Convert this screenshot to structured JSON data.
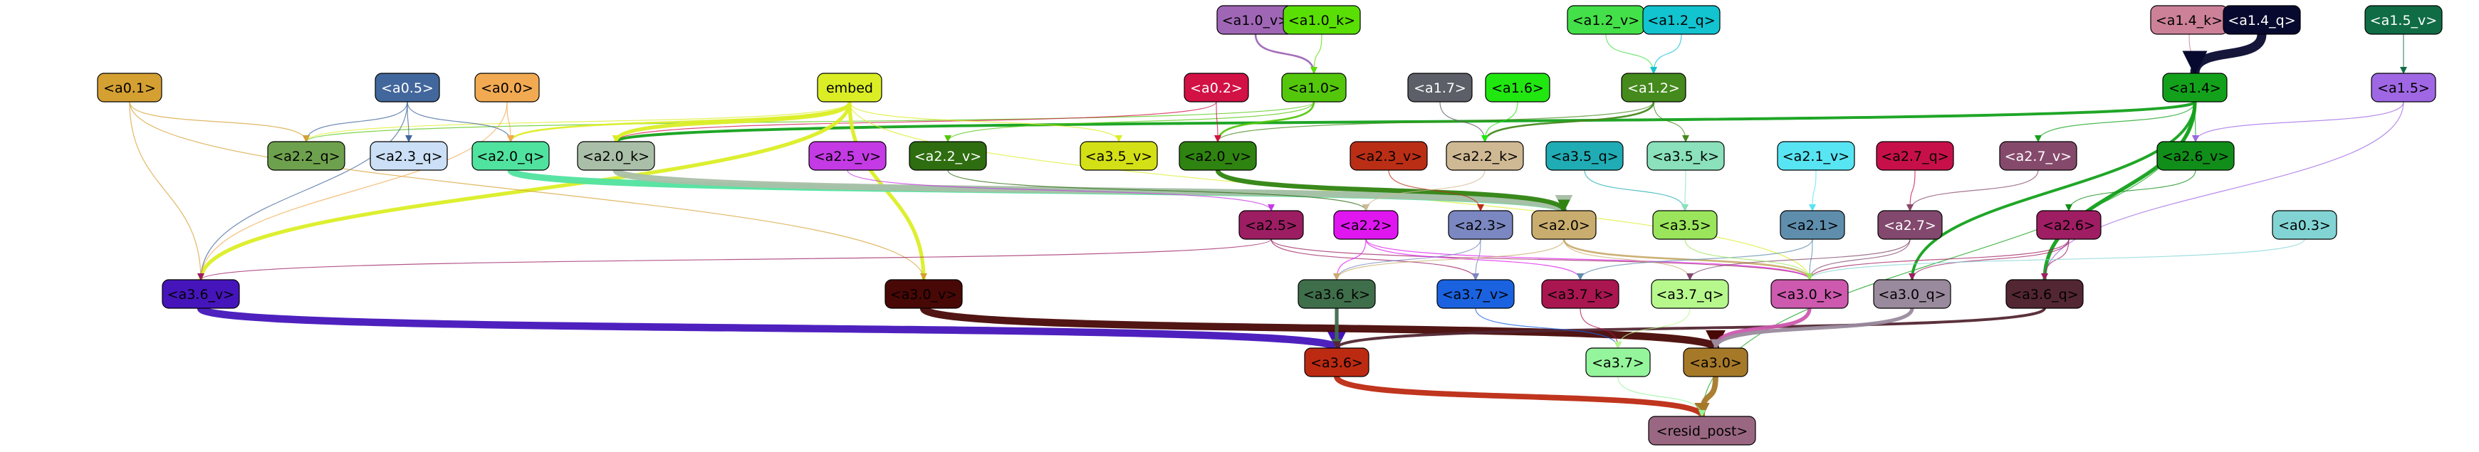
{
  "diagram": {
    "type": "directed-graph",
    "nodes": [
      {
        "id": "a1.0_v",
        "label": "<a1.0_v>",
        "fill": "#a066b6",
        "text": "#000000"
      },
      {
        "id": "a1.0_k",
        "label": "<a1.0_k>",
        "fill": "#5adf05",
        "text": "#000000"
      },
      {
        "id": "a1.2_v",
        "label": "<a1.2_v>",
        "fill": "#44e049",
        "text": "#000000"
      },
      {
        "id": "a1.2_q",
        "label": "<a1.2_q>",
        "fill": "#12c3d0",
        "text": "#000000"
      },
      {
        "id": "a1.4_k",
        "label": "<a1.4_k>",
        "fill": "#cc8199",
        "text": "#000000"
      },
      {
        "id": "a1.4_q",
        "label": "<a1.4_q>",
        "fill": "#08092f",
        "text": "#ffffff"
      },
      {
        "id": "a1.5_v",
        "label": "<a1.5_v>",
        "fill": "#0f6c45",
        "text": "#ffffff"
      },
      {
        "id": "a0.1",
        "label": "<a0.1>",
        "fill": "#d5a032",
        "text": "#000000"
      },
      {
        "id": "a0.5",
        "label": "<a0.5>",
        "fill": "#42679c",
        "text": "#ffffff"
      },
      {
        "id": "a0.0",
        "label": "<a0.0>",
        "fill": "#f2aa52",
        "text": "#000000"
      },
      {
        "id": "embed",
        "label": "embed",
        "fill": "#dbee25",
        "text": "#000000"
      },
      {
        "id": "a0.2",
        "label": "<a0.2>",
        "fill": "#d21145",
        "text": "#ffffff"
      },
      {
        "id": "a1.0",
        "label": "<a1.0>",
        "fill": "#54c70d",
        "text": "#000000"
      },
      {
        "id": "a1.7",
        "label": "<a1.7>",
        "fill": "#5c5f67",
        "text": "#ffffff"
      },
      {
        "id": "a1.6",
        "label": "<a1.6>",
        "fill": "#21e711",
        "text": "#000000"
      },
      {
        "id": "a1.2",
        "label": "<a1.2>",
        "fill": "#448a1c",
        "text": "#ffffff"
      },
      {
        "id": "a1.4",
        "label": "<a1.4>",
        "fill": "#13a11b",
        "text": "#000000"
      },
      {
        "id": "a1.5",
        "label": "<a1.5>",
        "fill": "#9f67e4",
        "text": "#000000"
      },
      {
        "id": "a2.2_q",
        "label": "<a2.2_q>",
        "fill": "#6ea14d",
        "text": "#000000"
      },
      {
        "id": "a2.3_q",
        "label": "<a2.3_q>",
        "fill": "#cbdff6",
        "text": "#000000"
      },
      {
        "id": "a2.0_q",
        "label": "<a2.0_q>",
        "fill": "#50e39f",
        "text": "#000000"
      },
      {
        "id": "a2.0_k",
        "label": "<a2.0_k>",
        "fill": "#aabfa8",
        "text": "#000000"
      },
      {
        "id": "a2.5_v",
        "label": "<a2.5_v>",
        "fill": "#c43ae4",
        "text": "#000000"
      },
      {
        "id": "a2.2_v",
        "label": "<a2.2_v>",
        "fill": "#2e6d10",
        "text": "#ffffff"
      },
      {
        "id": "a3.5_v",
        "label": "<a3.5_v>",
        "fill": "#d4e016",
        "text": "#000000"
      },
      {
        "id": "a2.0_v",
        "label": "<a2.0_v>",
        "fill": "#2f8310",
        "text": "#000000"
      },
      {
        "id": "a2.3_v",
        "label": "<a2.3_v>",
        "fill": "#bb2e16",
        "text": "#000000"
      },
      {
        "id": "a2.2_k",
        "label": "<a2.2_k>",
        "fill": "#cfb994",
        "text": "#000000"
      },
      {
        "id": "a3.5_q",
        "label": "<a3.5_q>",
        "fill": "#20acb4",
        "text": "#000000"
      },
      {
        "id": "a3.5_k",
        "label": "<a3.5_k>",
        "fill": "#8ae1bb",
        "text": "#000000"
      },
      {
        "id": "a2.1_v",
        "label": "<a2.1_v>",
        "fill": "#58e5f3",
        "text": "#000000"
      },
      {
        "id": "a2.7_q",
        "label": "<a2.7_q>",
        "fill": "#c71049",
        "text": "#000000"
      },
      {
        "id": "a2.7_v",
        "label": "<a2.7_v>",
        "fill": "#854a6b",
        "text": "#ffffff"
      },
      {
        "id": "a2.6_v",
        "label": "<a2.6_v>",
        "fill": "#118e19",
        "text": "#000000"
      },
      {
        "id": "a2.5",
        "label": "<a2.5>",
        "fill": "#9c1d62",
        "text": "#000000"
      },
      {
        "id": "a2.2",
        "label": "<a2.2>",
        "fill": "#df16f0",
        "text": "#000000"
      },
      {
        "id": "a2.3",
        "label": "<a2.3>",
        "fill": "#7b87c0",
        "text": "#000000"
      },
      {
        "id": "a2.0",
        "label": "<a2.0>",
        "fill": "#c9ad6e",
        "text": "#000000"
      },
      {
        "id": "a3.5",
        "label": "<a3.5>",
        "fill": "#9ae55b",
        "text": "#000000"
      },
      {
        "id": "a2.1",
        "label": "<a2.1>",
        "fill": "#5f8ead",
        "text": "#000000"
      },
      {
        "id": "a2.7",
        "label": "<a2.7>",
        "fill": "#82486d",
        "text": "#ffffff"
      },
      {
        "id": "a2.6",
        "label": "<a2.6>",
        "fill": "#9f1d62",
        "text": "#000000"
      },
      {
        "id": "a0.3",
        "label": "<a0.3>",
        "fill": "#82d4d4",
        "text": "#000000"
      },
      {
        "id": "a3.6_v",
        "label": "<a3.6_v>",
        "fill": "#4515bb",
        "text": "#000000"
      },
      {
        "id": "a3.0_v",
        "label": "<a3.0_v>",
        "fill": "#480806",
        "text": "#000000"
      },
      {
        "id": "a3.6_k",
        "label": "<a3.6_k>",
        "fill": "#3f6e4b",
        "text": "#000000"
      },
      {
        "id": "a3.7_v",
        "label": "<a3.7_v>",
        "fill": "#1a62e0",
        "text": "#000000"
      },
      {
        "id": "a3.7_k",
        "label": "<a3.7_k>",
        "fill": "#a91650",
        "text": "#000000"
      },
      {
        "id": "a3.7_q",
        "label": "<a3.7_q>",
        "fill": "#b7f88c",
        "text": "#000000"
      },
      {
        "id": "a3.0_k",
        "label": "<a3.0_k>",
        "fill": "#cd5aae",
        "text": "#000000"
      },
      {
        "id": "a3.0_q",
        "label": "<a3.0_q>",
        "fill": "#9a8a9d",
        "text": "#000000"
      },
      {
        "id": "a3.6_q",
        "label": "<a3.6_q>",
        "fill": "#522632",
        "text": "#000000"
      },
      {
        "id": "a3.6",
        "label": "<a3.6>",
        "fill": "#bd2a12",
        "text": "#000000"
      },
      {
        "id": "a3.0",
        "label": "<a3.0>",
        "fill": "#a67929",
        "text": "#000000"
      },
      {
        "id": "a3.7",
        "label": "<a3.7>",
        "fill": "#95f59c",
        "text": "#000000"
      },
      {
        "id": "resid_post",
        "label": "<resid_post>",
        "fill": "#9a6782",
        "text": "#000000"
      }
    ],
    "edges": [
      {
        "from": "a1.0_v",
        "to": "a1.0",
        "color": "#a066b6",
        "weight": 2
      },
      {
        "from": "a1.0_k",
        "to": "a1.0",
        "color": "#5adf05",
        "weight": 1
      },
      {
        "from": "a1.2_v",
        "to": "a1.2",
        "color": "#44e049",
        "weight": 1
      },
      {
        "from": "a1.2_q",
        "to": "a1.2",
        "color": "#12c3d0",
        "weight": 1
      },
      {
        "from": "a1.4_k",
        "to": "a1.4",
        "color": "#cc8199",
        "weight": 1
      },
      {
        "from": "a1.4_q",
        "to": "a1.4",
        "color": "#08092f",
        "weight": 10
      },
      {
        "from": "a1.5_v",
        "to": "a1.5",
        "color": "#0f6c45",
        "weight": 1
      },
      {
        "from": "a1.4",
        "to": "a2.0_k",
        "color": "#13a11b",
        "weight": 3
      },
      {
        "from": "a1.4",
        "to": "a2.7_v",
        "color": "#13a11b",
        "weight": 1
      },
      {
        "from": "a1.4",
        "to": "a2.6_v",
        "color": "#13a11b",
        "weight": 1
      },
      {
        "from": "a1.4",
        "to": "a3.0_q",
        "color": "#13a11b",
        "weight": 3
      },
      {
        "from": "a1.4",
        "to": "a3.6_q",
        "color": "#13a11b",
        "weight": 4
      },
      {
        "from": "a1.4",
        "to": "resid_post",
        "color": "#13a11b",
        "weight": 1
      },
      {
        "from": "a1.2",
        "to": "a2.2_k",
        "color": "#448a1c",
        "weight": 2
      },
      {
        "from": "a1.2",
        "to": "a3.5_k",
        "color": "#448a1c",
        "weight": 1
      },
      {
        "from": "a1.2",
        "to": "a2.0_v",
        "color": "#448a1c",
        "weight": 1
      },
      {
        "from": "a1.0",
        "to": "a2.0_v",
        "color": "#54c70d",
        "weight": 2
      },
      {
        "from": "a1.0",
        "to": "a2.2_q",
        "color": "#54c70d",
        "weight": 1
      },
      {
        "from": "a1.0",
        "to": "a2.2_v",
        "color": "#54c70d",
        "weight": 1
      },
      {
        "from": "a0.2",
        "to": "a2.0_v",
        "color": "#d21145",
        "weight": 1
      },
      {
        "from": "a0.2",
        "to": "a2.0_k",
        "color": "#d21145",
        "weight": 1
      },
      {
        "from": "a1.7",
        "to": "a2.2_k",
        "color": "#5c5f67",
        "weight": 1
      },
      {
        "from": "a1.6",
        "to": "a2.2_k",
        "color": "#21e711",
        "weight": 1
      },
      {
        "from": "a1.5",
        "to": "a2.6_v",
        "color": "#9f67e4",
        "weight": 1
      },
      {
        "from": "a1.5",
        "to": "a3.6_q",
        "color": "#9f67e4",
        "weight": 1
      },
      {
        "from": "embed",
        "to": "a2.0_k",
        "color": "#dbee25",
        "weight": 4
      },
      {
        "from": "embed",
        "to": "a3.6_v",
        "color": "#dbee25",
        "weight": 4
      },
      {
        "from": "embed",
        "to": "a3.0_v",
        "color": "#dbee25",
        "weight": 4
      },
      {
        "from": "embed",
        "to": "a2.0_q",
        "color": "#dbee25",
        "weight": 2
      },
      {
        "from": "embed",
        "to": "a2.2_q",
        "color": "#dbee25",
        "weight": 1
      },
      {
        "from": "embed",
        "to": "a3.5_v",
        "color": "#dbee25",
        "weight": 1
      },
      {
        "from": "embed",
        "to": "a3.0_k",
        "color": "#dbee25",
        "weight": 1
      },
      {
        "from": "a0.5",
        "to": "a2.2_q",
        "color": "#42679c",
        "weight": 1
      },
      {
        "from": "a0.5",
        "to": "a2.3_q",
        "color": "#42679c",
        "weight": 1
      },
      {
        "from": "a0.5",
        "to": "a2.0_q",
        "color": "#42679c",
        "weight": 1
      },
      {
        "from": "a0.5",
        "to": "a3.6_v",
        "color": "#42679c",
        "weight": 1
      },
      {
        "from": "a0.1",
        "to": "a2.2_q",
        "color": "#d5a032",
        "weight": 1
      },
      {
        "from": "a0.1",
        "to": "a3.6_v",
        "color": "#d5a032",
        "weight": 1
      },
      {
        "from": "a0.1",
        "to": "a3.0_v",
        "color": "#d5a032",
        "weight": 1
      },
      {
        "from": "a0.0",
        "to": "a2.0_q",
        "color": "#f2aa52",
        "weight": 1
      },
      {
        "from": "a0.0",
        "to": "a3.6_v",
        "color": "#f2aa52",
        "weight": 1
      },
      {
        "from": "a2.0_q",
        "to": "a2.0",
        "color": "#50e39f",
        "weight": 7
      },
      {
        "from": "a2.0_k",
        "to": "a2.0",
        "color": "#aabfa8",
        "weight": 7
      },
      {
        "from": "a2.0_v",
        "to": "a2.0",
        "color": "#2f8310",
        "weight": 5
      },
      {
        "from": "a2.2_v",
        "to": "a2.2",
        "color": "#2e6d10",
        "weight": 1
      },
      {
        "from": "a2.5_v",
        "to": "a2.5",
        "color": "#c43ae4",
        "weight": 1
      },
      {
        "from": "a2.3_v",
        "to": "a2.3",
        "color": "#bb2e16",
        "weight": 1
      },
      {
        "from": "a2.2_k",
        "to": "a2.2",
        "color": "#cfb994",
        "weight": 1
      },
      {
        "from": "a3.5_q",
        "to": "a3.5",
        "color": "#20acb4",
        "weight": 1
      },
      {
        "from": "a3.5_k",
        "to": "a3.5",
        "color": "#8ae1bb",
        "weight": 1
      },
      {
        "from": "a2.1_v",
        "to": "a2.1",
        "color": "#58e5f3",
        "weight": 1
      },
      {
        "from": "a2.7_q",
        "to": "a2.7",
        "color": "#c71049",
        "weight": 1
      },
      {
        "from": "a2.7_v",
        "to": "a2.7",
        "color": "#854a6b",
        "weight": 1
      },
      {
        "from": "a2.6_v",
        "to": "a2.6",
        "color": "#118e19",
        "weight": 1
      },
      {
        "from": "a2.5",
        "to": "a3.6_v",
        "color": "#9c1d62",
        "weight": 1
      },
      {
        "from": "a2.5",
        "to": "a3.7_v",
        "color": "#9c1d62",
        "weight": 1
      },
      {
        "from": "a2.5",
        "to": "a3.0_k",
        "color": "#9c1d62",
        "weight": 1
      },
      {
        "from": "a2.2",
        "to": "a3.6_k",
        "color": "#df16f0",
        "weight": 1
      },
      {
        "from": "a2.2",
        "to": "a3.7_k",
        "color": "#df16f0",
        "weight": 1
      },
      {
        "from": "a2.2",
        "to": "a3.0_k",
        "color": "#df16f0",
        "weight": 1
      },
      {
        "from": "a2.3",
        "to": "a3.7_v",
        "color": "#7b87c0",
        "weight": 1
      },
      {
        "from": "a2.3",
        "to": "a3.6_k",
        "color": "#7b87c0",
        "weight": 1
      },
      {
        "from": "a2.0",
        "to": "a3.0_k",
        "color": "#c9ad6e",
        "weight": 2
      },
      {
        "from": "a2.0",
        "to": "a3.6_k",
        "color": "#c9ad6e",
        "weight": 1
      },
      {
        "from": "a2.0",
        "to": "a3.7_q",
        "color": "#c9ad6e",
        "weight": 1
      },
      {
        "from": "a2.1",
        "to": "a3.0_k",
        "color": "#5f8ead",
        "weight": 1
      },
      {
        "from": "a2.1",
        "to": "a3.7_k",
        "color": "#5f8ead",
        "weight": 1
      },
      {
        "from": "a2.7",
        "to": "a3.0_k",
        "color": "#82486d",
        "weight": 1
      },
      {
        "from": "a2.7",
        "to": "a3.7_q",
        "color": "#82486d",
        "weight": 1
      },
      {
        "from": "a2.6",
        "to": "a3.0_k",
        "color": "#9f1d62",
        "weight": 1
      },
      {
        "from": "a2.6",
        "to": "a3.0_q",
        "color": "#9f1d62",
        "weight": 1
      },
      {
        "from": "a2.6",
        "to": "a3.6_q",
        "color": "#9f1d62",
        "weight": 1
      },
      {
        "from": "a0.3",
        "to": "a3.0_k",
        "color": "#82d4d4",
        "weight": 1
      },
      {
        "from": "a3.5",
        "to": "a3.0_k",
        "color": "#9ae55b",
        "weight": 1
      },
      {
        "from": "a3.6_v",
        "to": "a3.6",
        "color": "#4515bb",
        "weight": 8
      },
      {
        "from": "a3.0_v",
        "to": "a3.0",
        "color": "#480806",
        "weight": 8
      },
      {
        "from": "a3.6_k",
        "to": "a3.6",
        "color": "#3f6e4b",
        "weight": 4
      },
      {
        "from": "a3.6_q",
        "to": "a3.6",
        "color": "#522632",
        "weight": 3
      },
      {
        "from": "a3.0_k",
        "to": "a3.0",
        "color": "#cd5aae",
        "weight": 4
      },
      {
        "from": "a3.0_q",
        "to": "a3.0",
        "color": "#9a8a9d",
        "weight": 4
      },
      {
        "from": "a3.7_v",
        "to": "a3.7",
        "color": "#1a62e0",
        "weight": 1
      },
      {
        "from": "a3.7_k",
        "to": "a3.7",
        "color": "#a91650",
        "weight": 1
      },
      {
        "from": "a3.7_q",
        "to": "a3.7",
        "color": "#b7f88c",
        "weight": 1
      },
      {
        "from": "a3.6",
        "to": "resid_post",
        "color": "#bd2a12",
        "weight": 6
      },
      {
        "from": "a3.0",
        "to": "resid_post",
        "color": "#a67929",
        "weight": 6
      },
      {
        "from": "a3.7",
        "to": "resid_post",
        "color": "#95f59c",
        "weight": 1
      }
    ]
  }
}
